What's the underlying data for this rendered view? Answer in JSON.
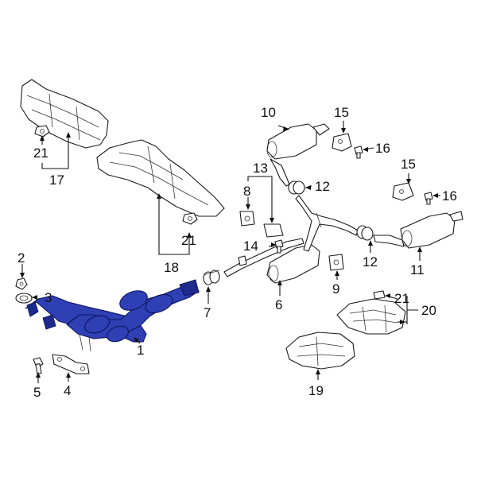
{
  "diagram": {
    "highlight_color": "#2f3fb4",
    "callouts": {
      "c1": "1",
      "c2": "2",
      "c3": "3",
      "c4": "4",
      "c5": "5",
      "c6": "6",
      "c7": "7",
      "c8": "8",
      "c9": "9",
      "c10": "10",
      "c11": "11",
      "c12a": "12",
      "c12b": "12",
      "c13": "13",
      "c14": "14",
      "c15a": "15",
      "c15b": "15",
      "c16a": "16",
      "c16b": "16",
      "c17": "17",
      "c18": "18",
      "c19": "19",
      "c20": "20",
      "c21a": "21",
      "c21b": "21",
      "c21c": "21"
    }
  }
}
